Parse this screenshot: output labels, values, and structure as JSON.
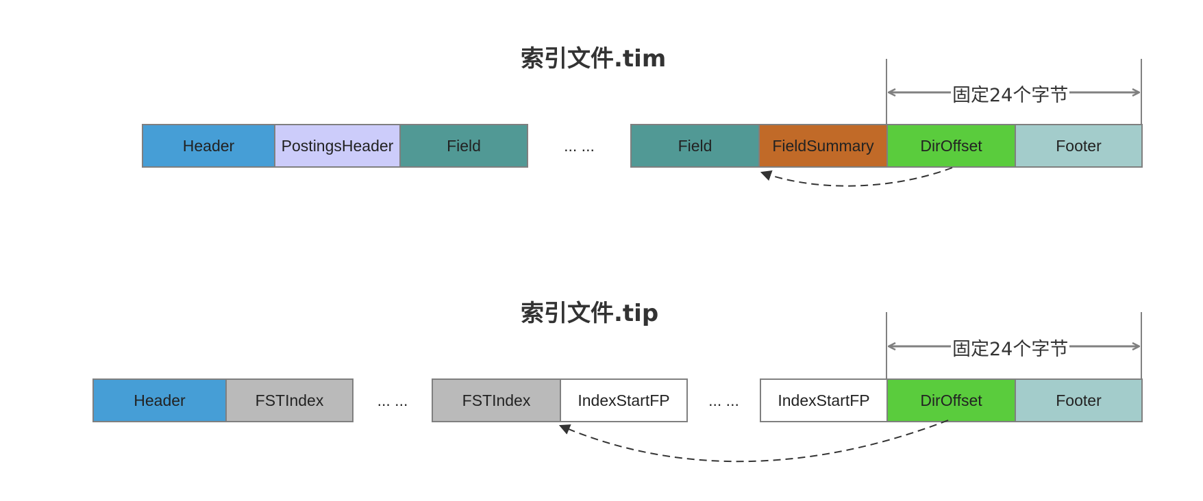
{
  "tim": {
    "title": "索引文件.tim",
    "segments": [
      "Header",
      "PostingsHeader",
      "Field",
      "Field",
      "FieldSummary",
      "DirOffset",
      "Footer"
    ],
    "ellipsis": "... ...",
    "span_label": "固定24个字节"
  },
  "tip": {
    "title": "索引文件.tip",
    "segments": [
      "Header",
      "FSTIndex",
      "FSTIndex",
      "IndexStartFP",
      "IndexStartFP",
      "DirOffset",
      "Footer"
    ],
    "ellipsis_1": "... ...",
    "ellipsis_2": "... ...",
    "span_label": "固定24个字节"
  },
  "colors": {
    "header": "#469ed6",
    "postings_header": "#ccccfa",
    "field": "#519995",
    "field_summary": "#c16a28",
    "dir_offset": "#5acc3d",
    "footer": "#a3cccb",
    "fst_index": "#bababa",
    "index_start_fp": "#ffffff",
    "border": "#7f7f7f",
    "dimension_line": "#808080",
    "pointer_arrow": "#333333"
  }
}
